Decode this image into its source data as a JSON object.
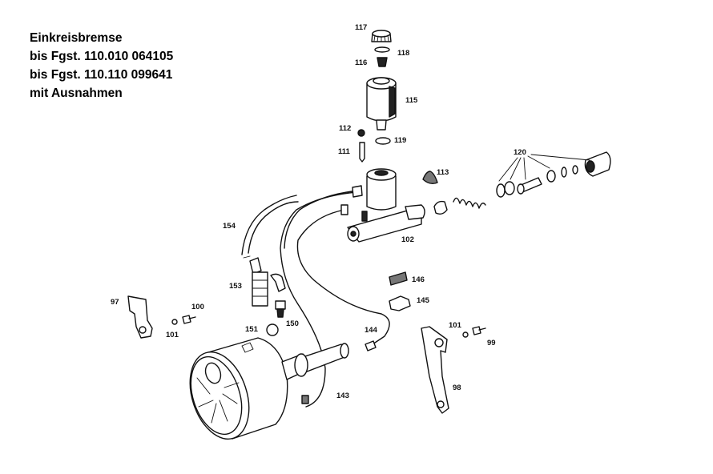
{
  "title_lines": [
    "Einkreisbremse",
    "bis Fgst. 110.010  064105",
    "bis Fgst. 110.110  099641",
    "mit Ausnahmen"
  ],
  "callouts": {
    "c117": "117",
    "c118": "118",
    "c116": "116",
    "c115": "115",
    "c112": "112",
    "c119": "119",
    "c111": "111",
    "c113": "113",
    "c120": "120",
    "c102": "102",
    "c154": "154",
    "c153": "153",
    "c146": "146",
    "c145": "145",
    "c97": "97",
    "c100": "100",
    "c101a": "101",
    "c151": "151",
    "c150": "150",
    "c144": "144",
    "c101b": "101",
    "c99": "99",
    "c98": "98",
    "c143": "143"
  }
}
